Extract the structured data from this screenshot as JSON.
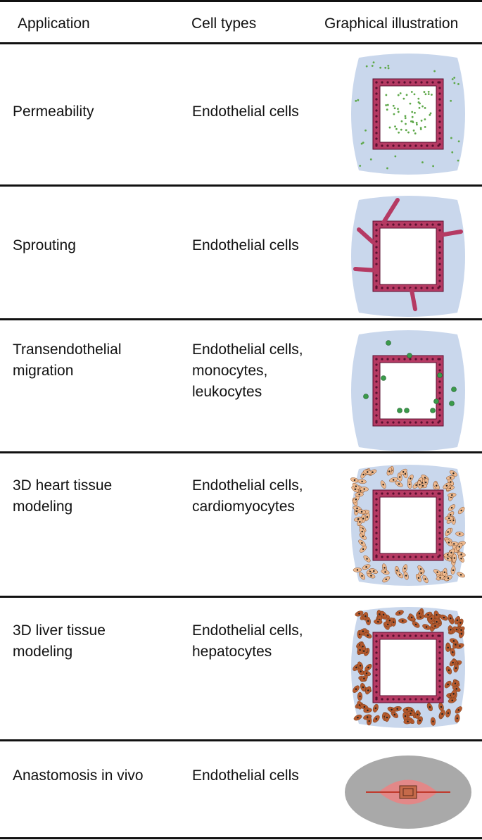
{
  "table": {
    "headers": {
      "application": "Application",
      "cell_types": "Cell types",
      "illustration": "Graphical illustration"
    },
    "rows": [
      {
        "application": [
          "Permeability"
        ],
        "cell_types": [
          "Endothelial cells"
        ],
        "illustration": "permeability-illustration"
      },
      {
        "application": [
          "Sprouting"
        ],
        "cell_types": [
          "Endothelial cells"
        ],
        "illustration": "sprouting-illustration"
      },
      {
        "application": [
          "Transendothelial",
          "migration"
        ],
        "cell_types": [
          "Endothelial cells,",
          "monocytes,",
          "leukocytes"
        ],
        "illustration": "migration-illustration"
      },
      {
        "application": [
          "3D heart tissue",
          "modeling"
        ],
        "cell_types": [
          "Endothelial cells,",
          "cardiomyocytes"
        ],
        "illustration": "heart-tissue-illustration"
      },
      {
        "application": [
          "3D liver tissue",
          "modeling"
        ],
        "cell_types": [
          "Endothelial cells,",
          "hepatocytes"
        ],
        "illustration": "liver-tissue-illustration"
      },
      {
        "application": [
          "Anastomosis in vivo"
        ],
        "cell_types": [
          "Endothelial cells"
        ],
        "illustration": "anastomosis-illustration"
      }
    ]
  },
  "colors": {
    "gel": "#c9d7ec",
    "vessel": "#b53a63",
    "vessel_dark": "#5a1030",
    "particle": "#5ea84a",
    "immune_cell": "#3a9a4a",
    "cardiomyocyte": "#eeb98e",
    "hepatocyte": "#b65a2e",
    "tissue_grey": "#a9a9a9",
    "implant": "#f08080"
  }
}
